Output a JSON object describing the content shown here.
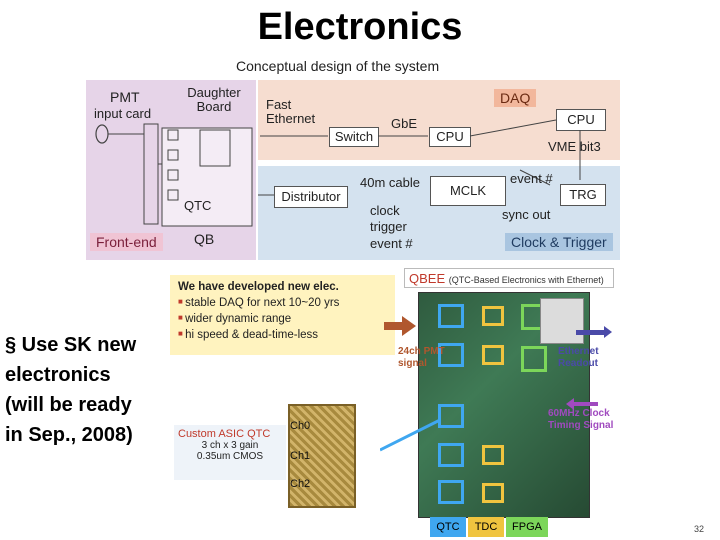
{
  "title": "Electronics",
  "subtitle": "Conceptual design of the system",
  "diagram": {
    "pmt_label": "PMT",
    "input_card_label": "input card",
    "daughter_board_label": "Daughter Board",
    "qtc_small_label": "QTC",
    "frontend_tag": "Front-end",
    "qb_label": "QB",
    "fast_ethernet_label": "Fast Ethernet",
    "switch_label": "Switch",
    "gbe_label": "GbE",
    "cpu_small_label": "CPU",
    "daq_tag": "DAQ",
    "cpu_label": "CPU",
    "vme_label": "VME  bit3",
    "cable_label": "40m cable",
    "distributor_label": "Distributor",
    "clock_text": "clock",
    "trigger_text": "trigger",
    "event_text": "event #",
    "mclk_label": "MCLK",
    "event_num_label": "event #",
    "trg_label": "TRG",
    "sync_out_label": "sync out",
    "clock_trigger_tag": "Clock & Trigger"
  },
  "bullets": {
    "heading": "We have developed new elec.",
    "items": [
      "stable DAQ for next 10~20 yrs",
      "wider dynamic range",
      "hi speed & dead-time-less"
    ]
  },
  "left_text": {
    "line1": "§ Use SK new",
    "line2": "electronics",
    "line3": "(will be ready",
    "line4": "in Sep., 2008)"
  },
  "qbee": {
    "title": "QBEE",
    "subtitle": "(QTC-Based Electronics with Ethernet)",
    "pmt_signal": "24ch PMT signal",
    "ethernet": "Ethernet Readout",
    "clock_signal": "60MHz Clock Timing Signal"
  },
  "asic": {
    "title": "Custom ASIC  QTC",
    "line1": "3 ch x 3 gain",
    "line2": "0.35um CMOS",
    "ch0": "Ch0",
    "ch1": "Ch1",
    "ch2": "Ch2"
  },
  "legend": {
    "qtc": "QTC",
    "tdc": "TDC",
    "fpga": "FPGA"
  },
  "page_number": "32",
  "colors": {
    "frontend_bg": "#e6d4e8",
    "daq_bg": "#f6ddd0",
    "clock_bg": "#d4e2ef",
    "qtc": "#3fa7f0",
    "tdc": "#f0c43f",
    "fpga": "#7cd65a",
    "arrow_pmt": "#b0572e",
    "arrow_eth": "#4a4aa8",
    "arrow_clk": "#a04abf"
  }
}
